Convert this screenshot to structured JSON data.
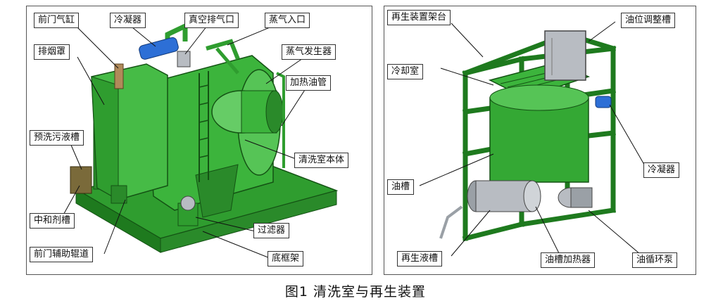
{
  "left_panel": {
    "labels": {
      "front_door_cylinder": "前门气缸",
      "condenser": "冷凝器",
      "vacuum_exhaust": "真空排气口",
      "steam_inlet": "蒸气入口",
      "steam_generator": "蒸气发生器",
      "smoke_hood": "排烟罩",
      "heating_oil_pipe": "加热油管",
      "prewash_tank": "预洗污液槽",
      "cleaning_chamber": "清洗室本体",
      "neutralizer_tank": "中和剂槽",
      "filter": "过滤器",
      "front_door_rail": "前门辅助辊道",
      "base_frame": "底框架"
    }
  },
  "right_panel": {
    "labels": {
      "regen_frame": "再生装置架台",
      "oil_level_tank": "油位调整槽",
      "cooling_chamber": "冷却室",
      "condenser": "冷凝器",
      "oil_tank": "油槽",
      "regen_liquid_tank": "再生液槽",
      "oil_tank_heater": "油槽加热器",
      "oil_circ_pump": "油循环泵"
    }
  },
  "caption": "图1    清洗室与再生装置",
  "colors": {
    "equipment_green": "#3cb43c",
    "equipment_dark": "#1e7a1e",
    "equipment_light": "#7fd87f",
    "condenser_blue": "#2d6fd6",
    "steel_gray": "#b8bcc2"
  }
}
